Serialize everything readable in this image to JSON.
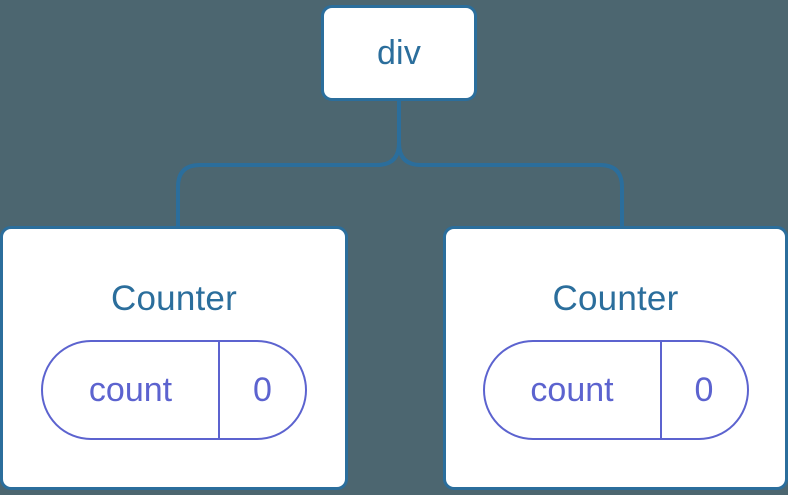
{
  "diagram": {
    "type": "component-tree",
    "background_color": "#4c6670",
    "node_border_color": "#2b6e9c",
    "node_text_color": "#2b6e9c",
    "node_fill_color": "#ffffff",
    "pill_stroke_color": "#5c63cf",
    "pill_text_color": "#5c63cf",
    "connector_color": "#2b6e9c",
    "root": {
      "label": "div"
    },
    "children": [
      {
        "label": "Counter",
        "state": {
          "key": "count",
          "value": "0"
        }
      },
      {
        "label": "Counter",
        "state": {
          "key": "count",
          "value": "0"
        }
      }
    ]
  }
}
